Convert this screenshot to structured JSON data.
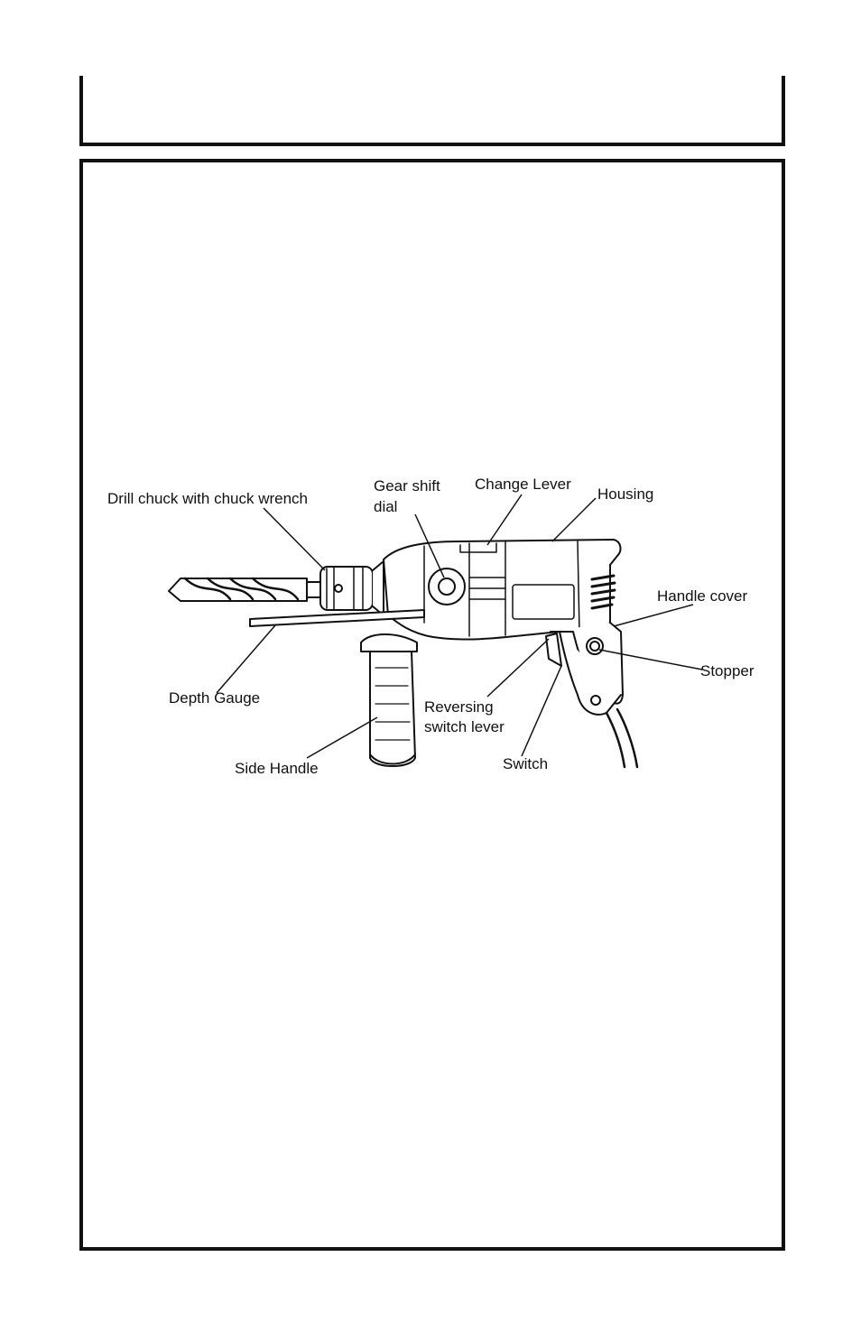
{
  "labels": {
    "drill_chuck": "Drill chuck with chuck wrench",
    "gear_shift_1": "Gear shift",
    "gear_shift_2": "dial",
    "change_lever": "Change Lever",
    "housing": "Housing",
    "handle_cover": "Handle cover",
    "stopper": "Stopper",
    "depth_gauge": "Depth Gauge",
    "reversing_1": "Reversing",
    "reversing_2": "switch lever",
    "switch": "Switch",
    "side_handle": "Side Handle"
  }
}
